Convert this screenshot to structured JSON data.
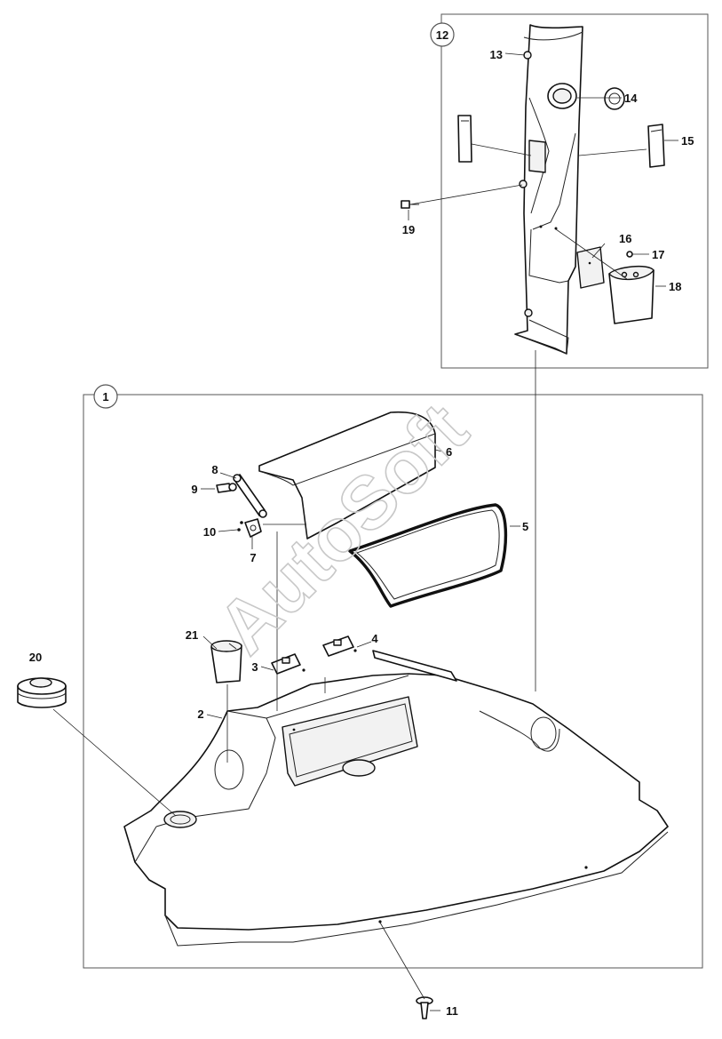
{
  "watermark": "AutoSoft",
  "groups": [
    {
      "id": "1",
      "label": "1"
    },
    {
      "id": "12",
      "label": "12"
    }
  ],
  "callouts": {
    "c2": "2",
    "c3": "3",
    "c4": "4",
    "c5": "5",
    "c6": "6",
    "c7": "7",
    "c8": "8",
    "c9": "9",
    "c10": "10",
    "c11": "11",
    "c13": "13",
    "c14": "14",
    "c15": "15",
    "c16": "16",
    "c17": "17",
    "c18": "18",
    "c19": "19",
    "c20": "20",
    "c21": "21"
  }
}
